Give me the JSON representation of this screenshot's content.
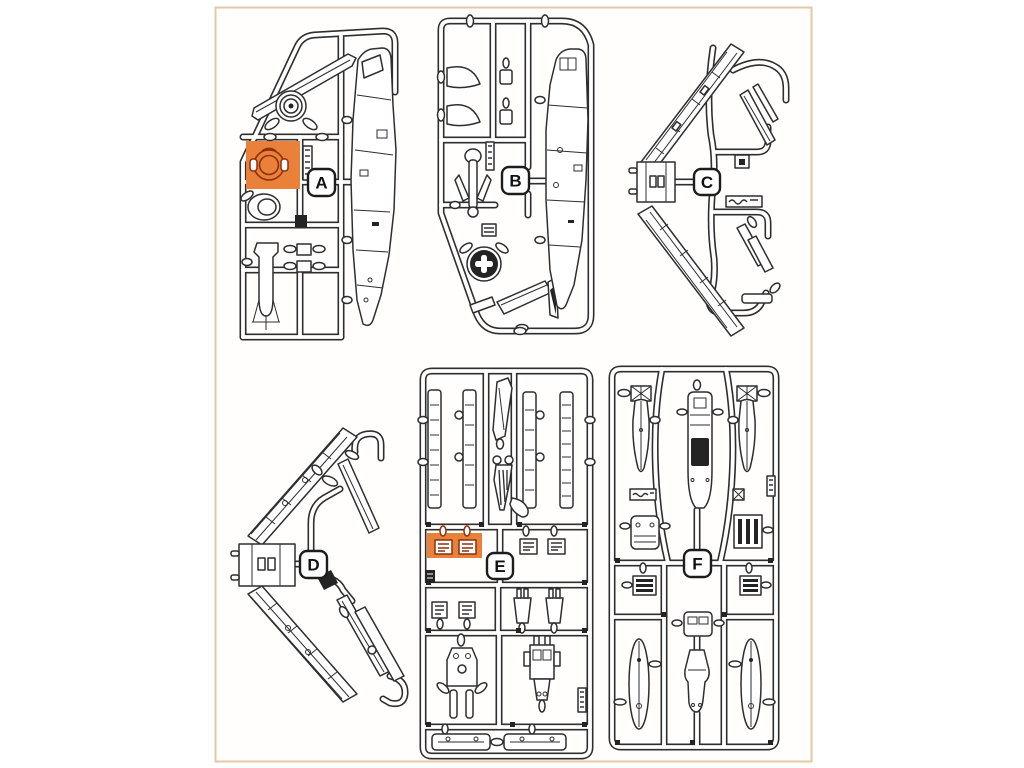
{
  "page": {
    "background": "#ffffff",
    "sheet_background": "#fffefd",
    "border_color": "#e2cba4"
  },
  "drawing": {
    "line_color": "#2e2e2e",
    "highlight_fill": "#e9813a",
    "highlight_part_stroke": "#8d2f0b"
  },
  "sprues": [
    {
      "label": "A",
      "highlighted": true
    },
    {
      "label": "B",
      "highlighted": false
    },
    {
      "label": "C",
      "highlighted": false
    },
    {
      "label": "D",
      "highlighted": false
    },
    {
      "label": "E",
      "highlighted": true
    },
    {
      "label": "F",
      "highlighted": false
    }
  ]
}
